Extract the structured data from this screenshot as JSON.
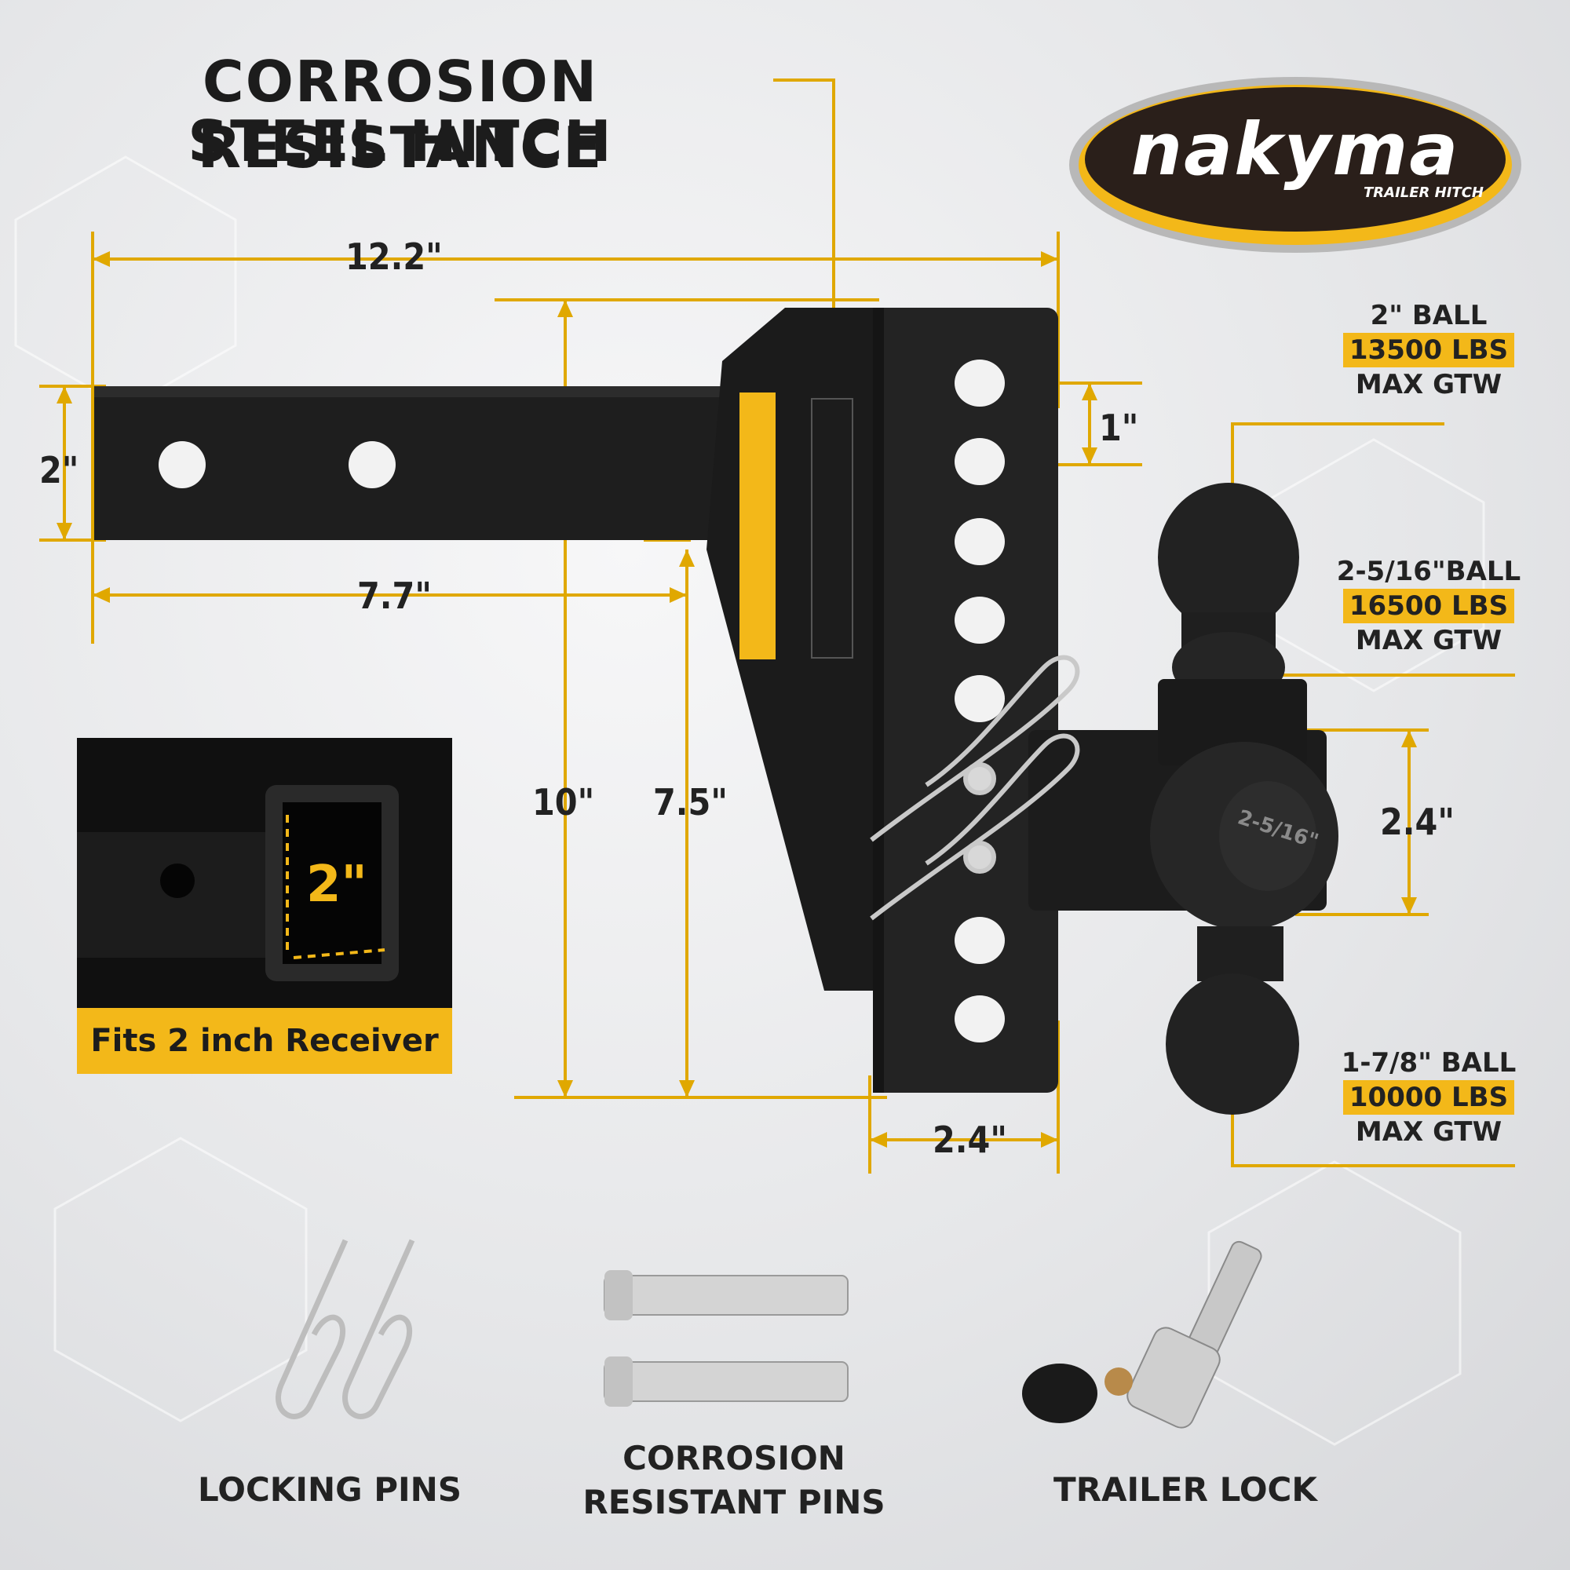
{
  "header": {
    "title_line1": "CORROSION RESISTANCE",
    "title_line2": "STEEL HITCH"
  },
  "logo": {
    "brand": "nakyma",
    "tagline": "TRAILER HITCH"
  },
  "dimensions": {
    "total_length": "12.2\"",
    "shank_length": "7.7\"",
    "shank_height": "2\"",
    "hole_spacing": "1\"",
    "total_height": "10\"",
    "drop_height": "7.5\"",
    "plate_width": "2.4\"",
    "ball_spacing": "2.4\""
  },
  "specs": [
    {
      "size": "2\" BALL",
      "rating": "13500 LBS",
      "unit": "MAX GTW"
    },
    {
      "size": "2-5/16\"BALL",
      "rating": "16500 LBS",
      "unit": "MAX GTW"
    },
    {
      "size": "1-7/8\" BALL",
      "rating": "10000 LBS",
      "unit": "MAX GTW"
    }
  ],
  "ball_marking": "2-5/16\"",
  "inset": {
    "dimension": "2\"",
    "caption": "Fits 2 inch Receiver"
  },
  "accessories": {
    "locking_pins": "LOCKING PINS",
    "resistant_pins_line1": "CORROSION",
    "resistant_pins_line2": "RESISTANT PINS",
    "trailer_lock": "TRAILER LOCK"
  },
  "colors": {
    "accent": "#f3b819",
    "steel": "#1e1e1e",
    "text": "#222222"
  }
}
